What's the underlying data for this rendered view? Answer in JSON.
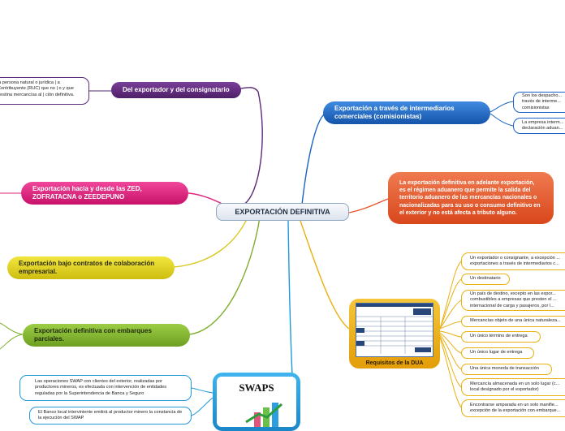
{
  "center": {
    "label": "EXPORTACIÓN DEFINITIVA"
  },
  "branches": {
    "consignatario": {
      "label": "Del exportador y del consignatario"
    },
    "consignatario_detail": {
      "text": "la persona natural o jurídica | a Contribuyente (RUC) que no | o y que destina mercancías al | ción definitiva."
    },
    "zed": {
      "label": "Exportación hacia y desde las ZED, ZOFRATACNA o ZEEDEPUNO"
    },
    "colaboracion": {
      "label": "Exportación bajo contratos de colaboración empresarial."
    },
    "embarques": {
      "label": "Exportación definitiva con embarques parciales."
    },
    "intermediarios": {
      "label": "Exportación a través de intermediarios comerciales (comisionistas)"
    },
    "intermediarios_items": [
      "Son los despacho... través de interme... comisionistas",
      "La empresa interm... declaración aduan..."
    ],
    "definicion": {
      "text": "La exportación definitiva en adelante exportación, es el régimen aduanero que permite la salida del territorio aduanero de las mercancías nacionales o nacionalizadas para su uso o consumo definitivo en el exterior y no está afecta a tributo alguno."
    },
    "dua": {
      "label": "Requisitos de la DUA"
    },
    "dua_items": [
      "Un exportador o consignante, a excepción ... exportaciones a través de intermediarios c...",
      "Un destinatario",
      "Un país de destino, excepto en las expor... combustibles a empresas que presten el ... internacional de carga y pasajeros, por l...",
      "Mercancías objeto de una única naturaleza...",
      "Un único término de entrega",
      "Un único lugar de entrega",
      "Una única moneda de transacción",
      "Mercancía almacenada en un solo lugar (c... local designado por el exportador)",
      "Encontrarse amparada en un solo manifie... excepción de la exportación con embarque..."
    ],
    "swaps": {
      "label": "SWAPS"
    },
    "swaps_items": [
      "Las operaciones SWAP con clientes del exterior, realizadas por productores mineros, es efectuada con intervención de entidades reguladas por la Superintendencia de Banca y Seguro",
      "El Banco local interviniente emitirá al productor minero la constancia de la ejecución del SWAP"
    ]
  },
  "colors": {
    "center_border": "#8ea5bf",
    "consignatario": "#5b2a78",
    "zed": "#e0267c",
    "colaboracion": "#d8c81b",
    "embarques": "#7fae2e",
    "intermediarios": "#1a63c2",
    "definicion": "#e5562c",
    "dua": "#e9b010",
    "swaps": "#1f9ad9"
  }
}
